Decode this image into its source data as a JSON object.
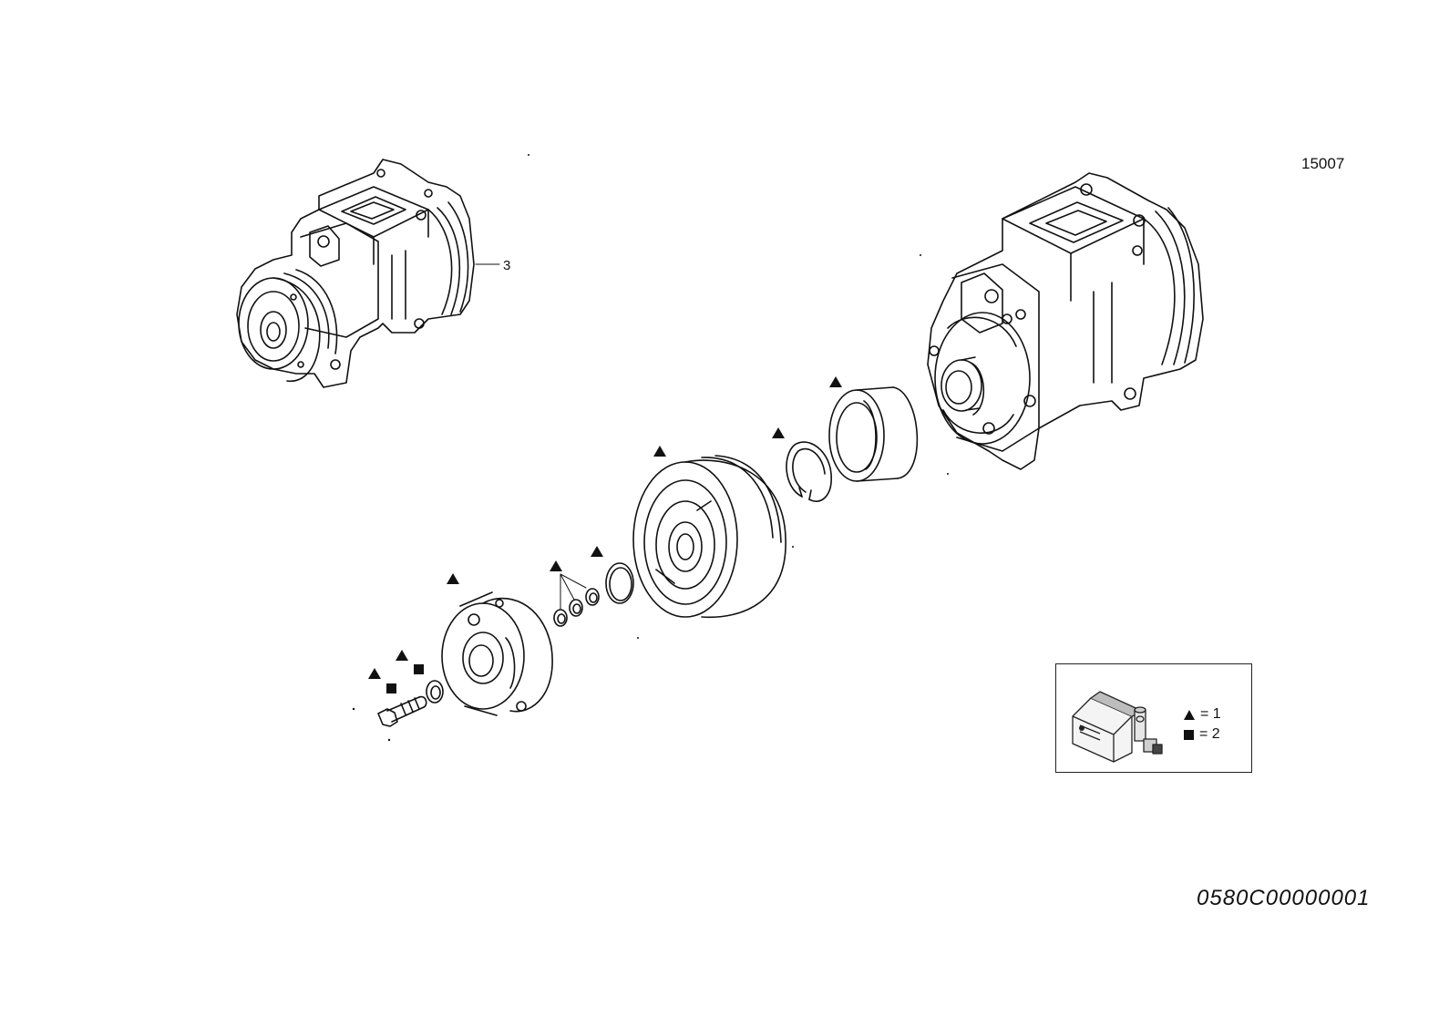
{
  "drawing_number": "15007",
  "catalog_code": "0580C00000001",
  "callouts": [
    {
      "label": "3"
    }
  ],
  "legend": {
    "items": [
      {
        "symbol": "triangle",
        "text": "= 1"
      },
      {
        "symbol": "square",
        "text": "= 2"
      }
    ]
  },
  "colors": {
    "line": "#111111",
    "background": "#ffffff"
  }
}
